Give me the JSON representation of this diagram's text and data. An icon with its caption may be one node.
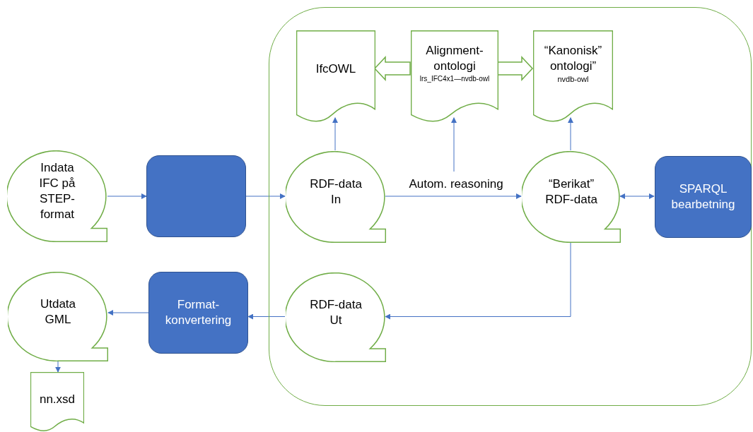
{
  "diagram": {
    "nodes": [
      {
        "text": [],
        "shape": "box"
      },
      {
        "text": [
          "IfcOWL"
        ],
        "in": 0
      },
      {
        "text": [
          "Alignment-ontologi",
          "lrs_IFC4x1—nvdb-owl"
        ],
        "in": 0
      },
      {
        "text": [
          "“Kanonisk” ontologi”",
          "nvdb-owl"
        ],
        "in": 0
      },
      {
        "text": [
          "Indata IFC på STEP-format"
        ]
      },
      {
        "text": [],
        "shape": "box"
      },
      {
        "text": [
          "RDF-data In"
        ],
        "in": 0
      },
      {
        "text": [
          "“Berikat” RDF-data"
        ],
        "in": 0
      },
      {
        "text": [
          "SPARQL bearbetning"
        ],
        "in": 0
      },
      {
        "text": [
          "Utdata GML"
        ]
      },
      {
        "text": [
          "Format-konvertering"
        ]
      },
      {
        "text": [
          "RDF-data Ut"
        ],
        "in": 0
      },
      {
        "text": [
          "nn.xsd"
        ]
      }
    ],
    "edges": [
      {
        "from": 4,
        "to": 5,
        "arrow": "to"
      },
      {
        "from": 5,
        "to": 6,
        "arrow": "to"
      },
      {
        "from": 6,
        "to": 7,
        "arrow": "to",
        "label": "Autom. reasoning"
      },
      {
        "from": 7,
        "to": 8,
        "arrow": "both"
      },
      {
        "from": 7,
        "to": 11,
        "arrow": "to"
      },
      {
        "from": 11,
        "to": 10,
        "arrow": "to"
      },
      {
        "from": 10,
        "to": 9,
        "arrow": "to"
      },
      {
        "from": 9,
        "to": 12,
        "arrow": "to"
      },
      {
        "from": 6,
        "to": 1,
        "arrow": "to"
      },
      {
        "from": null,
        "to": 2,
        "arrow": "to"
      },
      {
        "from": 7,
        "to": 3,
        "arrow": "to"
      },
      {
        "from": 2,
        "to": 1,
        "arrow": "to",
        "style": "thick",
        "color": "#70ad47"
      },
      {
        "from": 2,
        "to": 3,
        "arrow": "to",
        "style": "thick",
        "color": "#70ad47"
      }
    ]
  }
}
